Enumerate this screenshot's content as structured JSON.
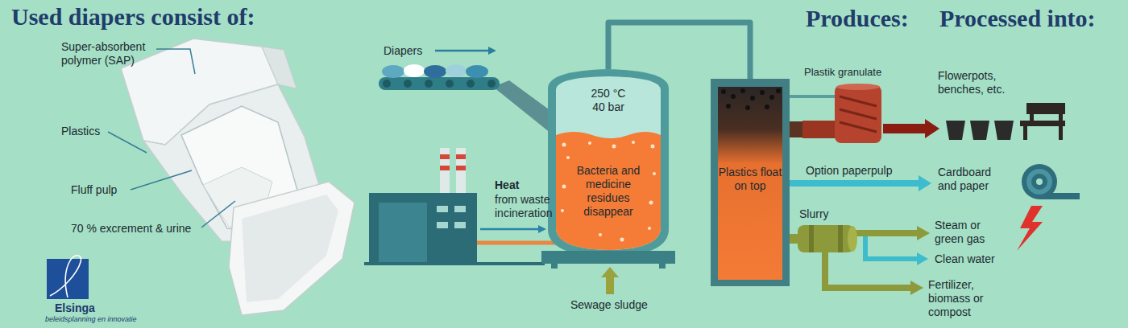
{
  "diagram": {
    "title": "Used diapers consist of:",
    "nodes": [
      {
        "text": [
          "250 °C 40 bar",
          "Bacteria and medicine residues disappear"
        ]
      },
      {
        "text": [
          "Plastics float on top"
        ]
      },
      {
        "text": [
          "Plastik granulate"
        ]
      },
      {
        "text": [
          "Slurry"
        ]
      }
    ],
    "edges": [
      {
        "from": 0,
        "to": 1,
        "arrow": "none"
      },
      {
        "from": 1,
        "to": 2,
        "arrow": "none"
      },
      {
        "from": 1,
        "to": 3,
        "arrow": "none"
      }
    ],
    "labels": [
      "Super-absorbent polymer (SAP)",
      "Plastics",
      "Fluff pulp",
      "70 % excrement & urine",
      "Elsinga",
      "beleidsplanning en innovatie",
      "Diapers",
      "Heat",
      "from waste incineration",
      "Sewage sludge",
      "Produces:",
      "Processed into:",
      "Option paperpulp",
      "Flowerpots, benches, etc.",
      "Cardboard and paper",
      "Steam or green gas",
      "Clean water",
      "Fertilizer, biomass or compost"
    ]
  }
}
